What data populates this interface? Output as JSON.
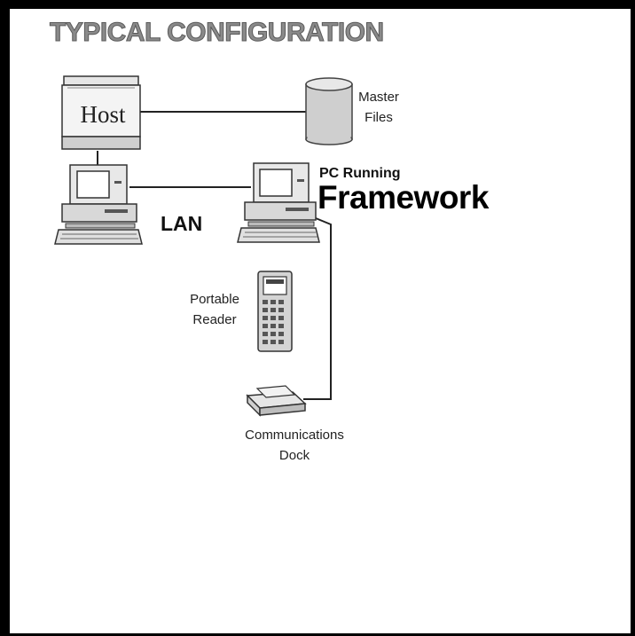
{
  "title": "TYPICAL CONFIGURATION",
  "nodes": {
    "host": "Host",
    "master_files": [
      "Master",
      "Files"
    ],
    "lan": "LAN",
    "pc_running": "PC Running",
    "framework": "Framework",
    "portable_reader": [
      "Portable",
      "Reader"
    ],
    "communications_dock": [
      "Communications",
      "Dock"
    ]
  },
  "colors": {
    "frame": "#000000",
    "title": "#8a8a8a",
    "line": "#222222"
  }
}
